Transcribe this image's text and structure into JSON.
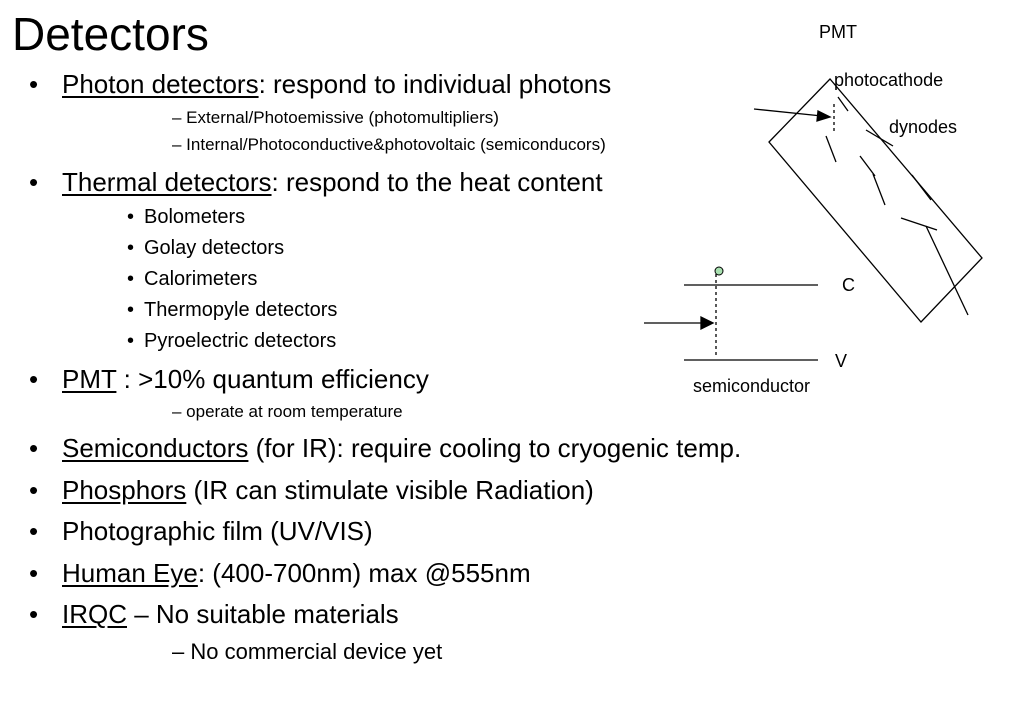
{
  "title": "Detectors",
  "bullet_symbol": "•",
  "items": {
    "photon": {
      "term": "Photon detectors",
      "rest": ": respond to individual photons"
    },
    "photon_sub1": "– External/Photoemissive (photomultipliers)",
    "photon_sub2": "– Internal/Photoconductive&photovoltaic (semiconducors)",
    "thermal": {
      "term": "Thermal detectors",
      "rest": ": respond to the heat content"
    },
    "thermal_subs": [
      "Bolometers",
      "Golay detectors",
      "Calorimeters",
      "Thermopyle detectors",
      "Pyroelectric detectors"
    ],
    "pmt": {
      "term": "PMT",
      "rest": " : >10% quantum efficiency"
    },
    "pmt_sub": "– operate at room temperature",
    "semi": {
      "term": "Semiconductors",
      "rest": " (for IR): require cooling to cryogenic temp."
    },
    "phosphors": {
      "term": "Phosphors",
      "rest": " (IR can stimulate visible Radiation)"
    },
    "film": "Photographic film (UV/VIS)",
    "eye": {
      "term": "Human Eye",
      "rest": ": (400-700nm) max @555nm"
    },
    "irqc": {
      "term": "IRQC",
      "rest": " – No suitable materials"
    },
    "irqc_sub": "– No commercial device yet"
  },
  "diagram_labels": {
    "pmt": "PMT",
    "photocathode": "photocathode",
    "dynodes": "dynodes",
    "c": "C",
    "v": "V",
    "semiconductor": "semiconductor"
  },
  "colors": {
    "text": "#000000",
    "background": "#ffffff",
    "dot_fill": "#a8e0b0"
  }
}
